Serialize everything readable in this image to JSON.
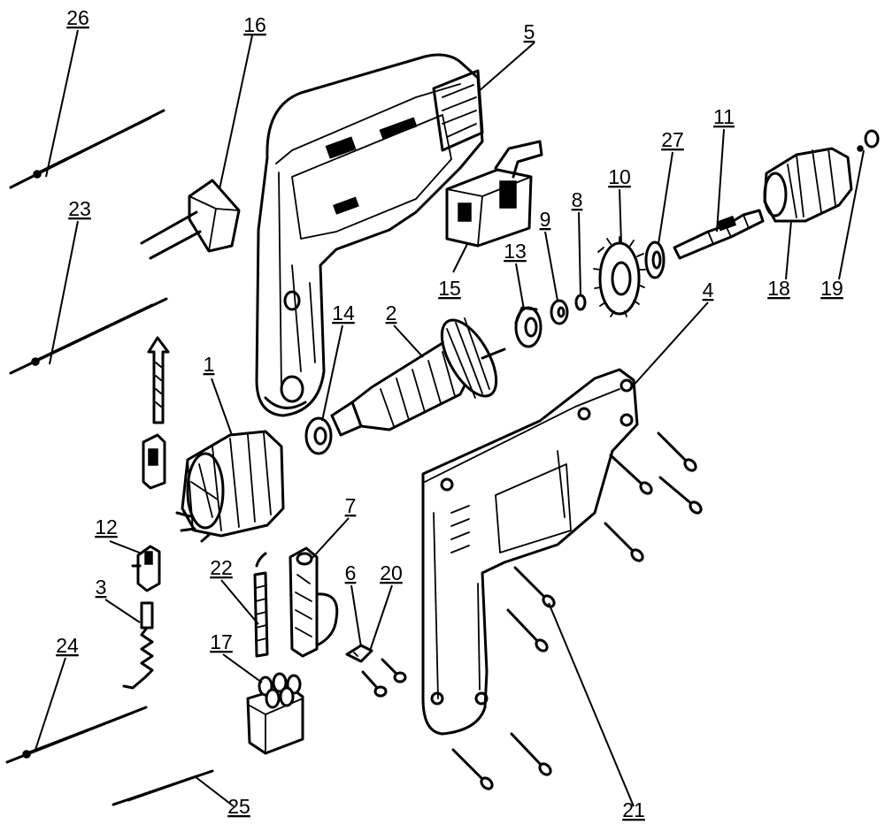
{
  "diagram": {
    "labels": [
      {
        "id": "1",
        "text": "1"
      },
      {
        "id": "2",
        "text": "2"
      },
      {
        "id": "3",
        "text": "3"
      },
      {
        "id": "4",
        "text": "4"
      },
      {
        "id": "5",
        "text": "5"
      },
      {
        "id": "6",
        "text": "6"
      },
      {
        "id": "7",
        "text": "7"
      },
      {
        "id": "8",
        "text": "8"
      },
      {
        "id": "9",
        "text": "9"
      },
      {
        "id": "10",
        "text": "10"
      },
      {
        "id": "11",
        "text": "11"
      },
      {
        "id": "12",
        "text": "12"
      },
      {
        "id": "13",
        "text": "13"
      },
      {
        "id": "14",
        "text": "14"
      },
      {
        "id": "15",
        "text": "15"
      },
      {
        "id": "16",
        "text": "16"
      },
      {
        "id": "17",
        "text": "17"
      },
      {
        "id": "18",
        "text": "18"
      },
      {
        "id": "19",
        "text": "19"
      },
      {
        "id": "20",
        "text": "20"
      },
      {
        "id": "21",
        "text": "21"
      },
      {
        "id": "22",
        "text": "22"
      },
      {
        "id": "23",
        "text": "23"
      },
      {
        "id": "24",
        "text": "24"
      },
      {
        "id": "25",
        "text": "25"
      },
      {
        "id": "26",
        "text": "26"
      },
      {
        "id": "27",
        "text": "27"
      }
    ]
  }
}
